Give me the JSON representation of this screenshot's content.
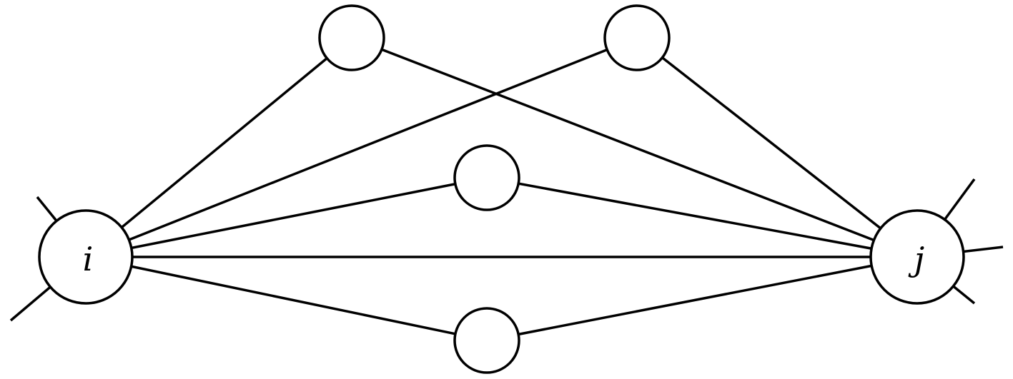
{
  "diagram": {
    "nodes": [
      {
        "id": "i",
        "label": "i"
      },
      {
        "id": "j",
        "label": "j"
      },
      {
        "id": "top-left",
        "label": ""
      },
      {
        "id": "top-right",
        "label": ""
      },
      {
        "id": "middle",
        "label": ""
      },
      {
        "id": "bottom",
        "label": ""
      }
    ],
    "edges": [
      {
        "from": "i",
        "to": "j"
      },
      {
        "from": "i",
        "to": "top-left"
      },
      {
        "from": "top-left",
        "to": "j"
      },
      {
        "from": "i",
        "to": "top-right"
      },
      {
        "from": "top-right",
        "to": "j"
      },
      {
        "from": "i",
        "to": "middle"
      },
      {
        "from": "middle",
        "to": "j"
      },
      {
        "from": "i",
        "to": "bottom"
      },
      {
        "from": "bottom",
        "to": "j"
      }
    ],
    "external_stubs": {
      "i": 2,
      "j": 3
    }
  }
}
